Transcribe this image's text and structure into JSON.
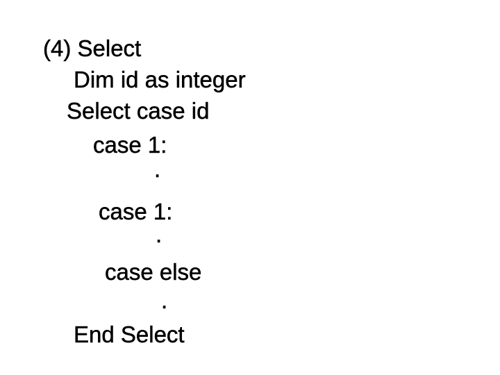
{
  "slide": {
    "background_color": "#ffffff",
    "text_color": "#000000",
    "lines": [
      {
        "text": "(4) Select"
      },
      {
        "text": "Dim id as integer"
      },
      {
        "text": "Select case id"
      },
      {
        "text": "case 1:"
      },
      {
        "text": "."
      },
      {
        "text": "case 1:"
      },
      {
        "text": "."
      },
      {
        "text": "case else"
      },
      {
        "text": "."
      },
      {
        "text": "End Select"
      }
    ]
  }
}
